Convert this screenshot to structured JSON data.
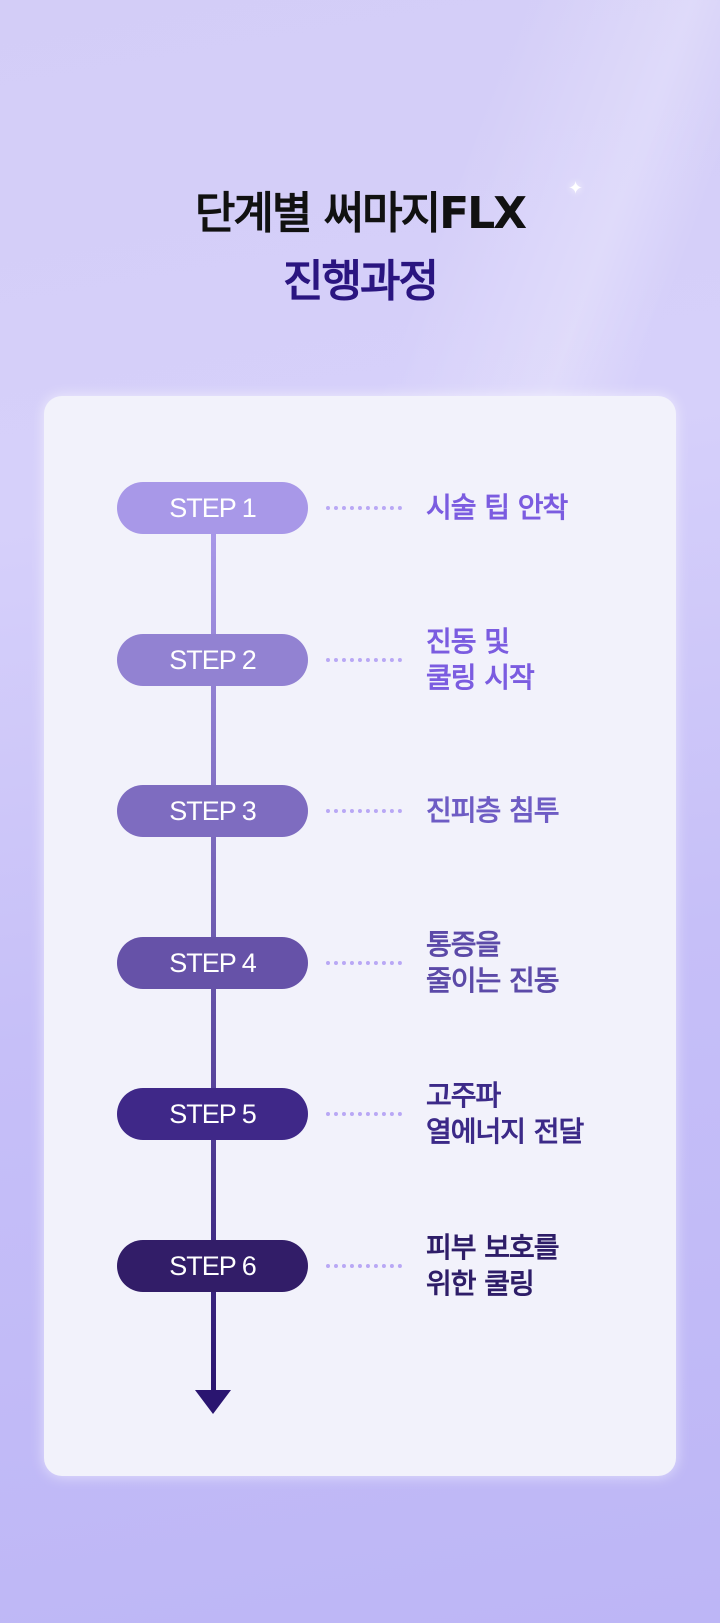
{
  "title": {
    "line1": "단계별 써마지FLX",
    "line2": "진행과정"
  },
  "steps": [
    {
      "label": "STEP 1",
      "line1": "시술 팁 안착",
      "line2": "",
      "pill_color": "#a898e8",
      "text_color": "#7b5ce0"
    },
    {
      "label": "STEP 2",
      "line1": "진동 및",
      "line2": "쿨링 시작",
      "pill_color": "#9282d2",
      "text_color": "#7b5ce0"
    },
    {
      "label": "STEP 3",
      "line1": "진피층 침투",
      "line2": "",
      "pill_color": "#7e6cc0",
      "text_color": "#6e5cc4"
    },
    {
      "label": "STEP 4",
      "line1": "통증을",
      "line2": "줄이는 진동",
      "pill_color": "#6652a8",
      "text_color": "#5c4aa8"
    },
    {
      "label": "STEP 5",
      "line1": "고주파",
      "line2": "열에너지 전달",
      "pill_color": "#3f2888",
      "text_color": "#3c2a88"
    },
    {
      "label": "STEP 6",
      "line1": "피부 보호를",
      "line2": "위한 쿨링",
      "pill_color": "#321d68",
      "text_color": "#2e1d68"
    }
  ]
}
